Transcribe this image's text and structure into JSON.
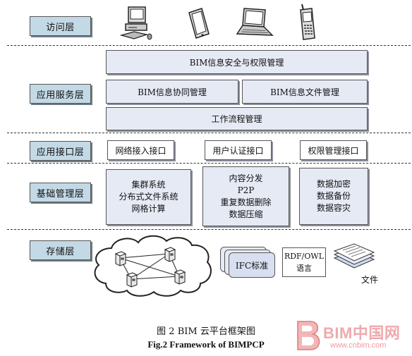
{
  "layers": {
    "access": "访问层",
    "service": "应用服务层",
    "interface": "应用接口层",
    "base": "基础管理层",
    "storage": "存储层"
  },
  "service": {
    "security": "BIM信息安全与权限管理",
    "collab": "BIM信息协同管理",
    "files": "BIM信息文件管理",
    "workflow": "工作流程管理"
  },
  "interfaces": {
    "network": "网络接入接口",
    "auth": "用户认证接口",
    "permission": "权限管理接口"
  },
  "base": {
    "col1": [
      "集群系统",
      "分布式文件系统",
      "网格计算"
    ],
    "col2": [
      "内容分发",
      "P2P",
      "重复数据删除",
      "数据压缩"
    ],
    "col3": [
      "数据加密",
      "数据备份",
      "数据容灾"
    ]
  },
  "storage": {
    "ifc": "IFC标准",
    "rdf_line1": "RDF/OWL",
    "rdf_line2": "语言",
    "files": "文件"
  },
  "caption": {
    "cn": "图 2 BIM 云平台框架图",
    "en": "Fig.2 Framework of BIMPCP"
  },
  "watermark": {
    "brand": "BIM中国网",
    "url": "www.cnbim.com"
  },
  "access_devices": [
    "desktop-computer",
    "tablet",
    "laptop",
    "mobile-phone"
  ]
}
